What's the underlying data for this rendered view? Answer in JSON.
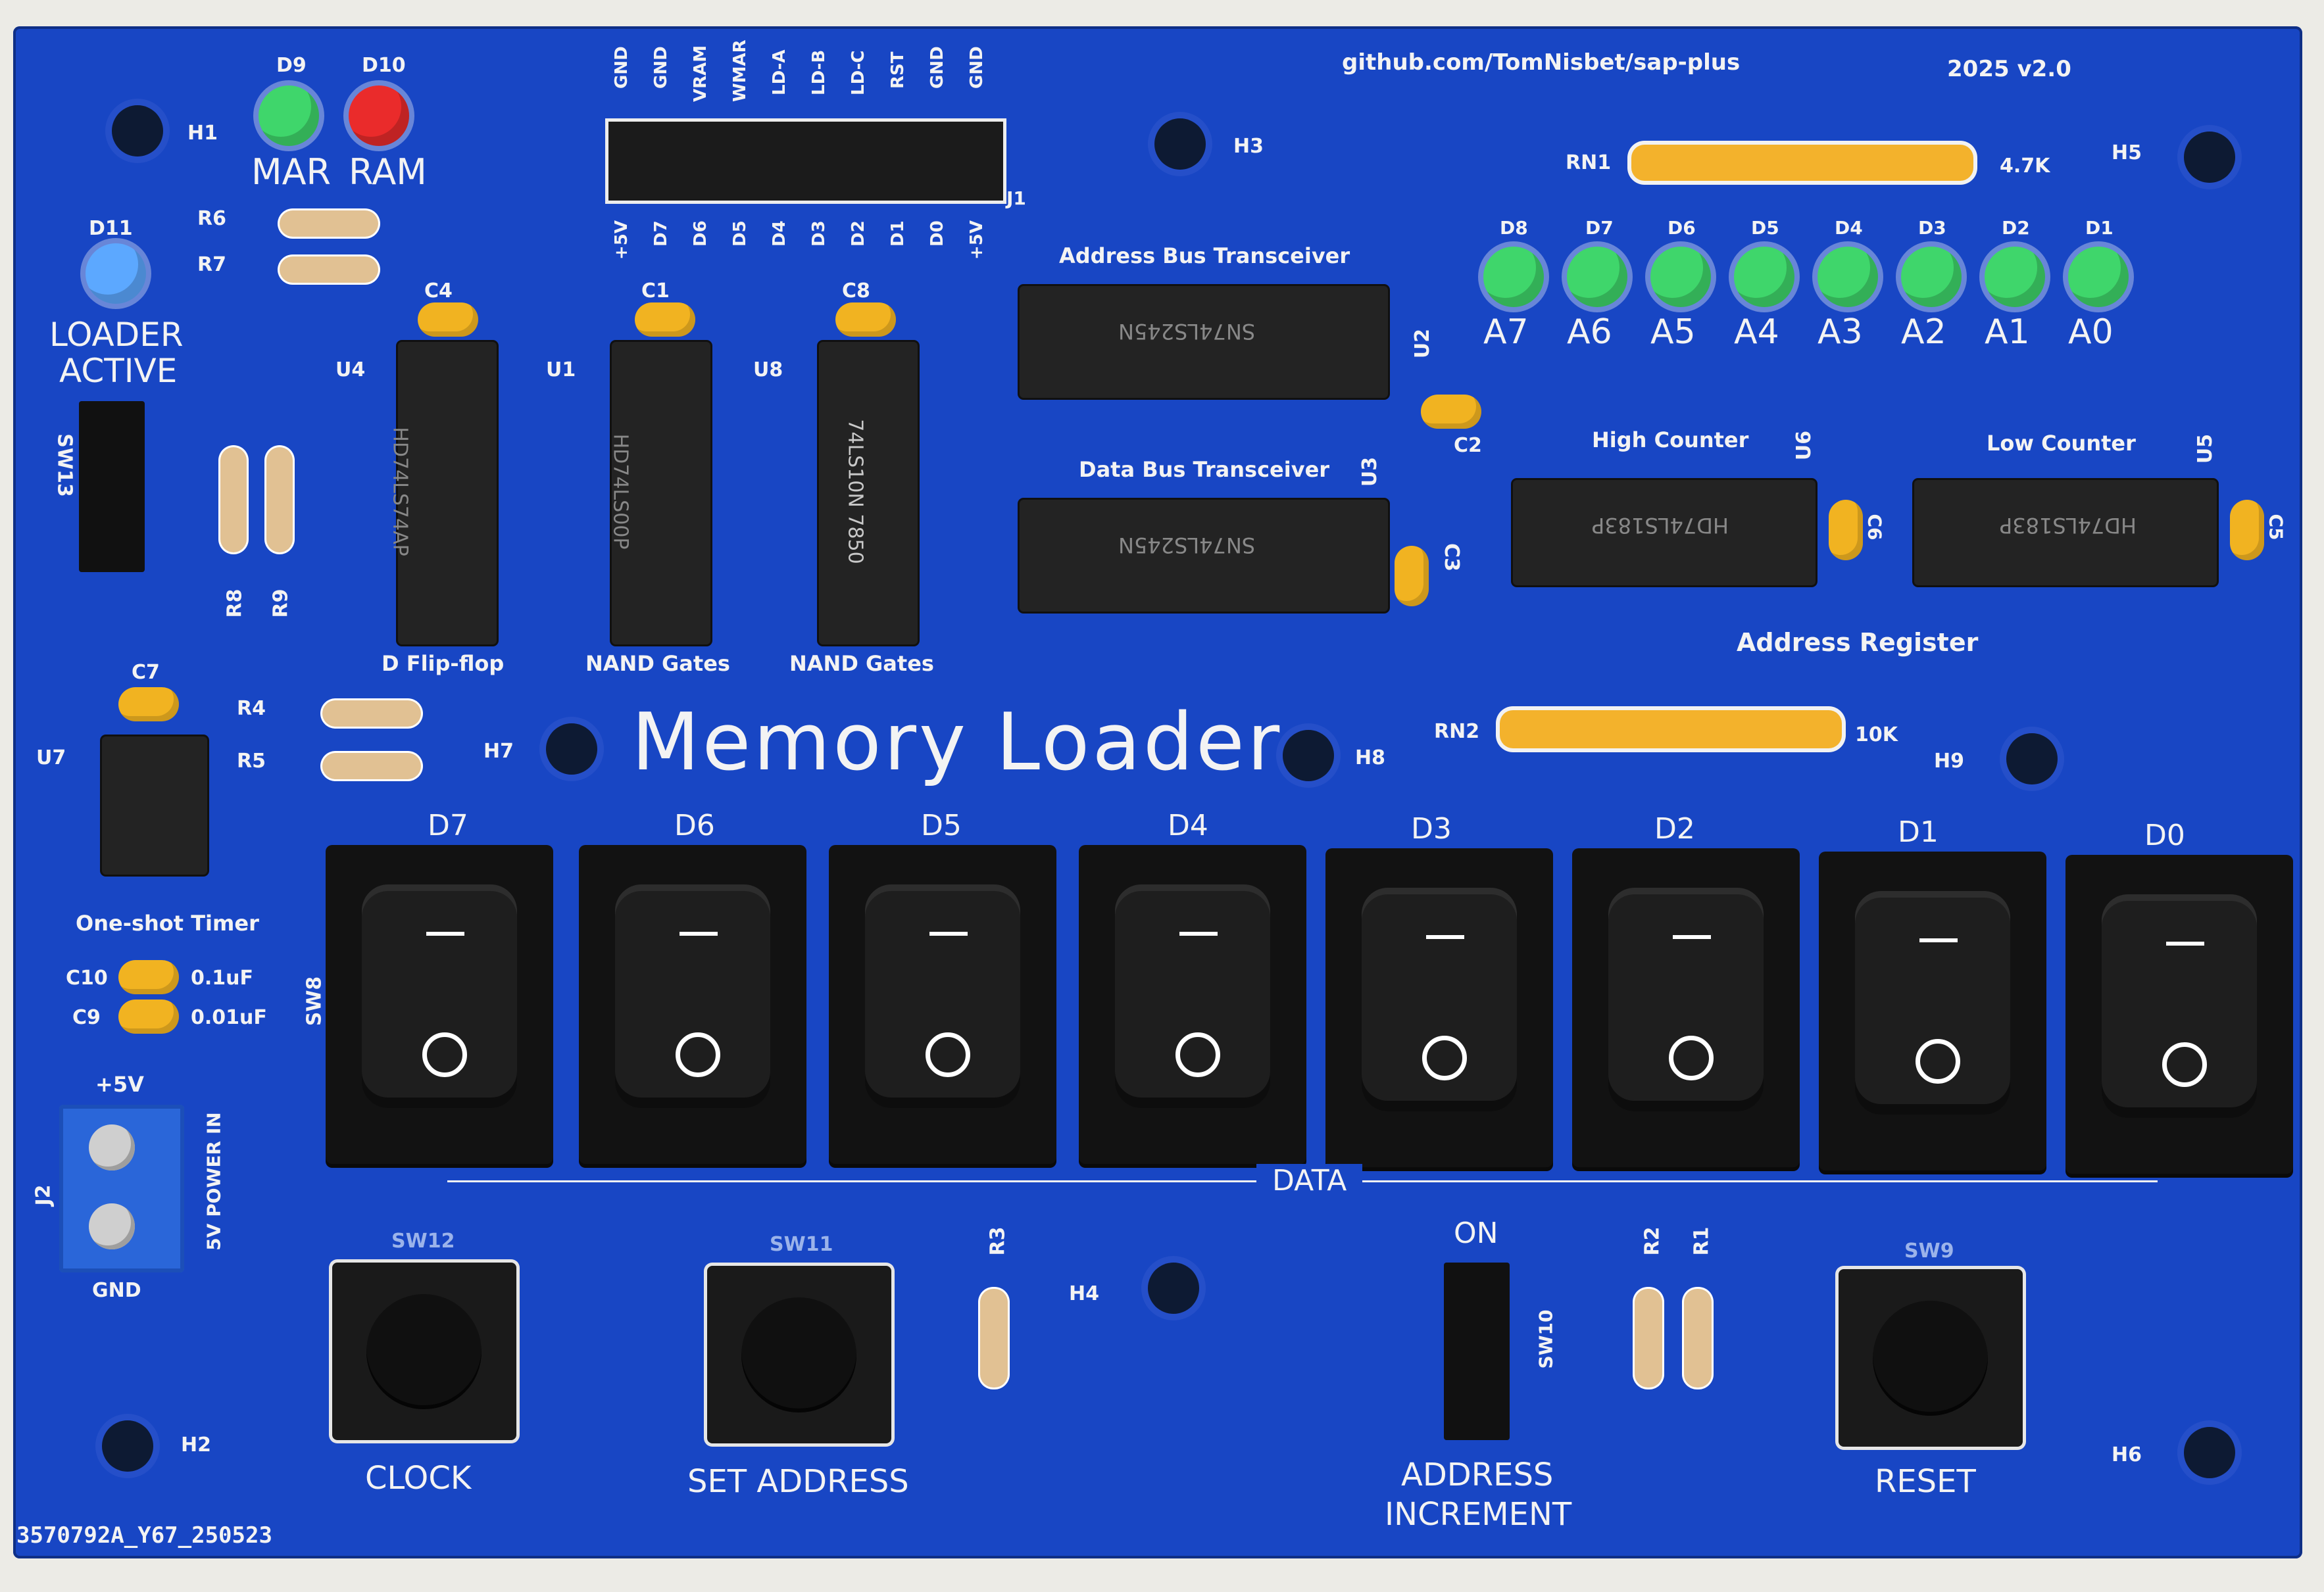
{
  "board": {
    "title": "Memory Loader",
    "url": "github.com/TomNisbet/sap-plus",
    "version": "2025 v2.0",
    "serial": "3570792A_Y67_250523",
    "colors": {
      "pcb": "#1846c4",
      "silkscreen": "#f3f3f3"
    }
  },
  "indicators": {
    "d9": {
      "ref": "D9",
      "label": "MAR"
    },
    "d10": {
      "ref": "D10",
      "label": "RAM"
    },
    "d11": {
      "ref": "D11",
      "label1": "LOADER",
      "label2": "ACTIVE"
    },
    "address_leds": [
      {
        "ref": "D8",
        "label": "A7"
      },
      {
        "ref": "D7",
        "label": "A6"
      },
      {
        "ref": "D6",
        "label": "A5"
      },
      {
        "ref": "D5",
        "label": "A4"
      },
      {
        "ref": "D4",
        "label": "A3"
      },
      {
        "ref": "D3",
        "label": "A2"
      },
      {
        "ref": "D2",
        "label": "A1"
      },
      {
        "ref": "D1",
        "label": "A0"
      }
    ]
  },
  "header_j1": {
    "ref": "J1",
    "top_labels": [
      "GND",
      "GND",
      "VRAM",
      "WMAR",
      "LD-A",
      "LD-B",
      "LD-C",
      "RST",
      "GND",
      "GND"
    ],
    "bottom_labels": [
      "+5V",
      "D7",
      "D6",
      "D5",
      "D4",
      "D3",
      "D2",
      "D1",
      "D0",
      "+5V"
    ]
  },
  "chips": {
    "u4": {
      "ref": "U4",
      "text": "HD74LS74AP",
      "caption": "D Flip-flop"
    },
    "u1": {
      "ref": "U1",
      "text": "HD74LS00P",
      "caption": "NAND Gates"
    },
    "u8": {
      "ref": "U8",
      "text": "74LS10N 7850",
      "caption": "NAND Gates"
    },
    "u2": {
      "ref": "U2",
      "text": "SN74LS245N",
      "caption": "Address Bus Transceiver"
    },
    "u3": {
      "ref": "U3",
      "text": "SN74LS245N",
      "caption": "Data Bus Transceiver"
    },
    "u6": {
      "ref": "U6",
      "text": "HD74LS183P",
      "caption": "High Counter"
    },
    "u5": {
      "ref": "U5",
      "text": "HD74LS183P",
      "caption": "Low Counter"
    },
    "u7": {
      "ref": "U7",
      "caption": "One-shot Timer"
    },
    "address_register": "Address Register"
  },
  "passives": {
    "rn1": {
      "ref": "RN1",
      "value": "4.7K"
    },
    "rn2": {
      "ref": "RN2",
      "value": "10K"
    },
    "c10": {
      "ref": "C10",
      "value": "0.1uF"
    },
    "c9": {
      "ref": "C9",
      "value": "0.01uF"
    },
    "caps": [
      "C4",
      "C1",
      "C8",
      "C2",
      "C3",
      "C6",
      "C5",
      "C7"
    ],
    "resistors": [
      "R6",
      "R7",
      "R8",
      "R9",
      "R4",
      "R5",
      "R3",
      "R2",
      "R1"
    ]
  },
  "holes": [
    "H1",
    "H2",
    "H3",
    "H4",
    "H5",
    "H6",
    "H7",
    "H8",
    "H9"
  ],
  "data_switches": {
    "ref": "SW8",
    "group_label": "DATA",
    "switches": [
      {
        "label": "D7"
      },
      {
        "label": "D6"
      },
      {
        "label": "D5"
      },
      {
        "label": "D4"
      },
      {
        "label": "D3"
      },
      {
        "label": "D2"
      },
      {
        "label": "D1"
      },
      {
        "label": "D0"
      }
    ]
  },
  "buttons": {
    "clock": {
      "ref": "SW12",
      "label": "CLOCK"
    },
    "set_address": {
      "ref": "SW11",
      "label": "SET ADDRESS"
    },
    "reset": {
      "ref": "SW9",
      "label": "RESET"
    }
  },
  "slide_switches": {
    "sw13": {
      "ref": "SW13"
    },
    "sw10": {
      "ref": "SW10",
      "on_label": "ON",
      "label1": "ADDRESS",
      "label2": "INCREMENT"
    }
  },
  "power": {
    "ref": "J2",
    "plus": "+5V",
    "gnd": "GND",
    "label": "5V POWER IN"
  }
}
